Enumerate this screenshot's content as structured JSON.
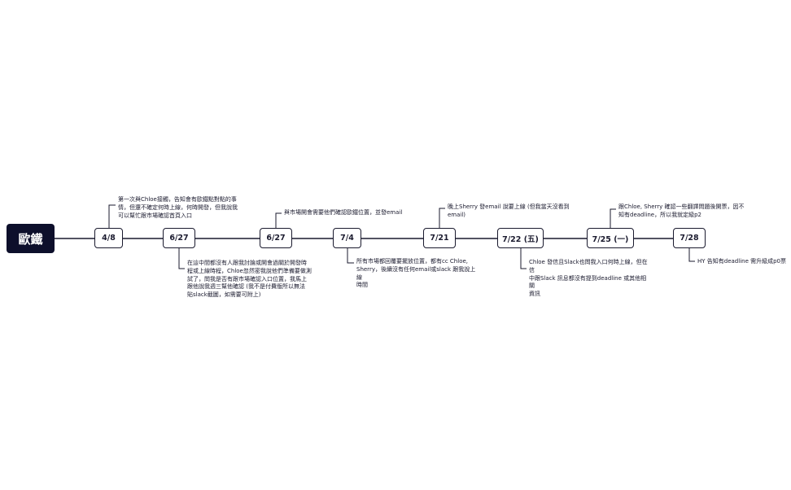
{
  "diagram": {
    "root": {
      "label": "歐鐵"
    },
    "dates": [
      {
        "label": "4/8"
      },
      {
        "label": "6/27"
      },
      {
        "label": "6/27"
      },
      {
        "label": "7/4"
      },
      {
        "label": "7/21"
      },
      {
        "label": "7/22 (五)"
      },
      {
        "label": "7/25 (一)"
      },
      {
        "label": "7/28"
      }
    ],
    "notes": [
      {
        "text": "第一次與Chloe接觸，告知會有歐鐵點對點的事\n情，但還不確定何時上線，何時開發，但我說我\n可以幫忙跟市場確認首頁入口"
      },
      {
        "text": "在這中間都沒有人跟我討論或開會過關於開發時\n程或上線時程，Chloe忽然密我說他們準備要做測\n試了，問我是否有跟市場確認入口位置，我馬上\n跟他說我週三幫他確認 (我不是付費版所以無法\n貼slack截圖，如需要可附上)"
      },
      {
        "text": "與市場開會需要他們確認歐鐵位置，並發email"
      },
      {
        "text": "所有市場都回覆要擺放位置，都有cc Chloe,\nSherry，後續沒有任何email或slack 跟我說上線\n時間"
      },
      {
        "text": "晚上Sherry 發email 說要上線 (但我當天沒看到\nemail)"
      },
      {
        "text": "Chloe 發信且Slack也問我入口何時上線，但在信\n中跟Slack 訊息都沒有提到deadline 或其他相關\n資訊"
      },
      {
        "text": "跟Chloe, Sherry 確認一些翻譯問題後開票，因不\n知有deadline，所以我就定級p2"
      },
      {
        "text": "HY 告知有deadline 需升級成p0票"
      }
    ]
  }
}
